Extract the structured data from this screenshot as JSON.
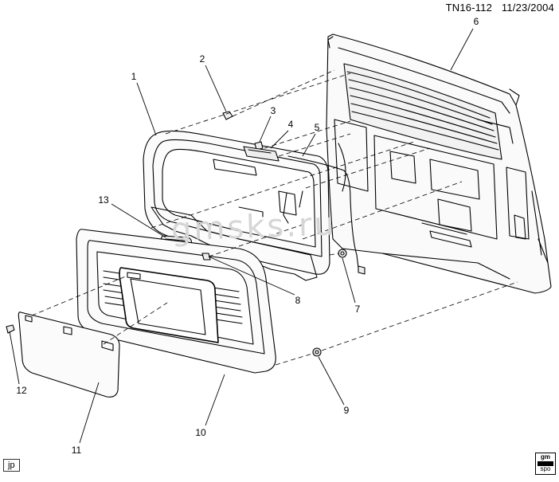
{
  "header": {
    "code": "TN16-112",
    "date": "11/23/2004"
  },
  "watermark": "gmsks.ru",
  "corner_label": "jp",
  "logo": {
    "top": "gm",
    "bottom": "spo"
  },
  "callouts": [
    {
      "id": "1",
      "label": "1"
    },
    {
      "id": "2",
      "label": "2"
    },
    {
      "id": "3",
      "label": "3"
    },
    {
      "id": "4",
      "label": "4"
    },
    {
      "id": "5",
      "label": "5"
    },
    {
      "id": "6",
      "label": "6"
    },
    {
      "id": "7",
      "label": "7"
    },
    {
      "id": "8",
      "label": "8"
    },
    {
      "id": "9",
      "label": "9"
    },
    {
      "id": "10",
      "label": "10"
    },
    {
      "id": "11",
      "label": "11"
    },
    {
      "id": "12",
      "label": "12"
    },
    {
      "id": "13",
      "label": "13"
    }
  ]
}
